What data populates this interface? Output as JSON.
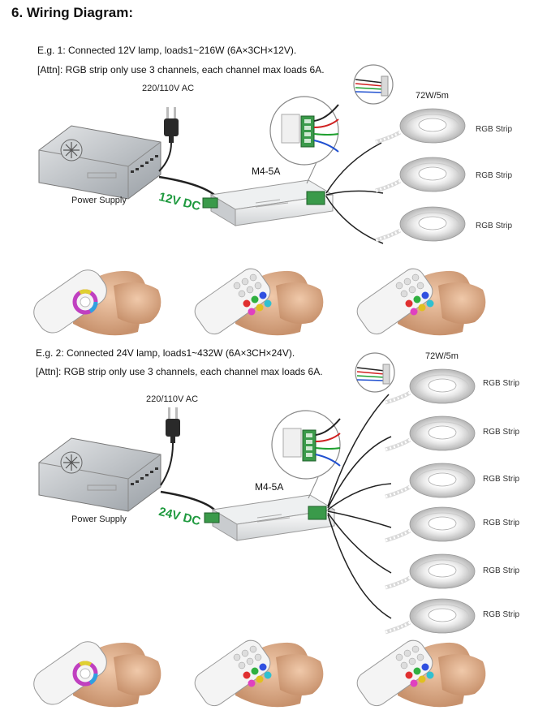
{
  "title": "6. Wiring Diagram:",
  "example1": {
    "heading": "E.g. 1: Connected 12V lamp, loads1~216W (6A×3CH×12V).",
    "attn": "[Attn]: RGB strip only use 3 channels, each channel max loads 6A.",
    "ac_label": "220/110V AC",
    "psu_label": "Power Supply",
    "dc_label": "12V DC",
    "controller": "M4-5A",
    "strip_power": "72W/5m",
    "strips": [
      "RGB Strip",
      "RGB Strip",
      "RGB Strip"
    ]
  },
  "example2": {
    "heading": "E.g. 2: Connected 24V lamp, loads1~432W (6A×3CH×24V).",
    "attn": "[Attn]: RGB strip only use 3 channels, each channel max loads 6A.",
    "ac_label": "220/110V AC",
    "psu_label": "Power Supply",
    "dc_label": "24V DC",
    "controller": "M4-5A",
    "strip_power": "72W/5m",
    "strips": [
      "RGB Strip",
      "RGB Strip",
      "RGB Strip",
      "RGB Strip",
      "RGB Strip",
      "RGB Strip"
    ]
  },
  "colors": {
    "dc_text": "#1f9a3f",
    "terminal": "#3a9a4a",
    "wire": "#222222"
  }
}
